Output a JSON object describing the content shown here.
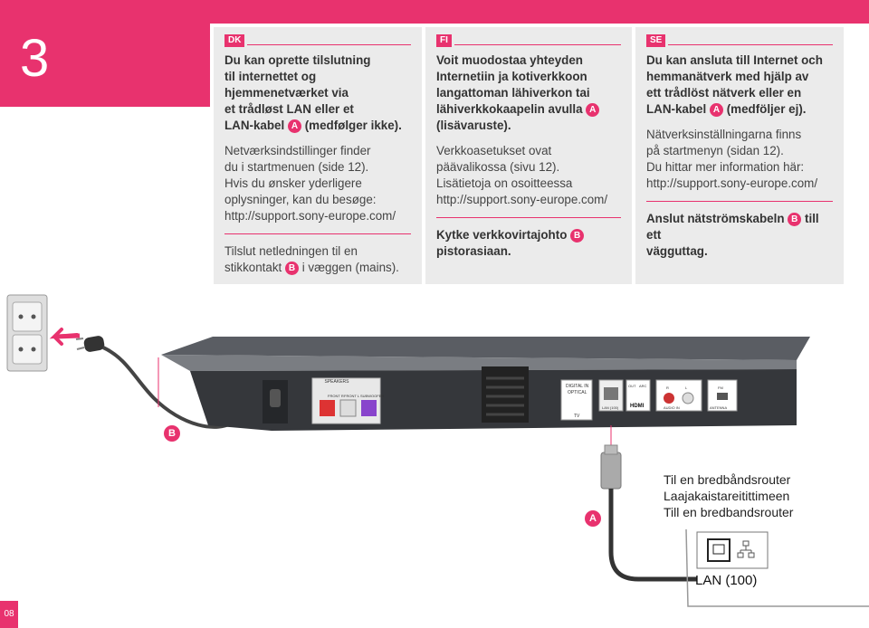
{
  "step": {
    "number": "3"
  },
  "page": {
    "number": "08"
  },
  "dk": {
    "lang": "DK",
    "p1": [
      "Du kan oprette tilslutning",
      "til internettet og",
      "hjemmenetværket via",
      "et trådløst LAN eller et"
    ],
    "p1_last_before": "LAN-kabel",
    "p1_last_after": "(medfølger ikke).",
    "p2": [
      "Netværksindstillinger finder",
      "du i startmenuen (side 12).",
      "Hvis du ønsker yderligere",
      "oplysninger, kan du besøge:",
      "http://support.sony-europe.com/"
    ],
    "p3_line1": "Tilslut netledningen til en",
    "p3_before": "stikkontakt",
    "p3_after": "i væggen (mains)."
  },
  "fi": {
    "lang": "FI",
    "p1": [
      "Voit muodostaa yhteyden",
      "Internetiin ja kotiverkkoon",
      "langattoman lähiverkon tai"
    ],
    "p1_before": "lähiverkkokaapelin avulla",
    "p1_last": "(lisävaruste).",
    "p2": [
      "Verkkoasetukset ovat",
      "päävalikossa (sivu 12).",
      "Lisätietoja on osoitteessa",
      "http://support.sony-europe.com/"
    ],
    "p3_before": "Kytke verkkovirtajohto",
    "p3_last": "pistorasiaan."
  },
  "se": {
    "lang": "SE",
    "p1": [
      "Du kan ansluta till Internet och",
      "hemmanätverk med hjälp av",
      "ett trådlöst nätverk eller en"
    ],
    "p1_before": "LAN-kabel",
    "p1_after": "(medföljer ej).",
    "p2": [
      "Nätverksinställningarna finns",
      "på startmenyn (sidan 12).",
      "Du hittar mer information här:",
      "http://support.sony-europe.com/"
    ],
    "p3_before": "Anslut nätströmskabeln",
    "p3_after": "till ett",
    "p3_last": "vägguttag."
  },
  "badges": {
    "a": "A",
    "b": "B"
  },
  "router": {
    "lines": [
      "Til en bredbåndsrouter",
      "Laajakaistareitittimeen",
      "Till en bredbandsrouter"
    ],
    "lan": "LAN (100)"
  },
  "device_labels": {
    "speakers": "SPEAKERS",
    "front_r": "FRONT R",
    "front_l": "FRONT L",
    "subwoofer": "SUBWOOFER",
    "digital_in": "DIGITAL IN",
    "optical": "OPTICAL",
    "tv": "TV",
    "lan_port": "LAN (100)",
    "hdmi_out": "OUT",
    "arc": "ARC",
    "hdmi": "HDMI",
    "r": "R",
    "l": "L",
    "audio_in": "AUDIO IN",
    "fm": "FM",
    "antenna": "ANTENNA"
  },
  "colors": {
    "accent": "#e8326e",
    "panel": "#ebebeb"
  }
}
